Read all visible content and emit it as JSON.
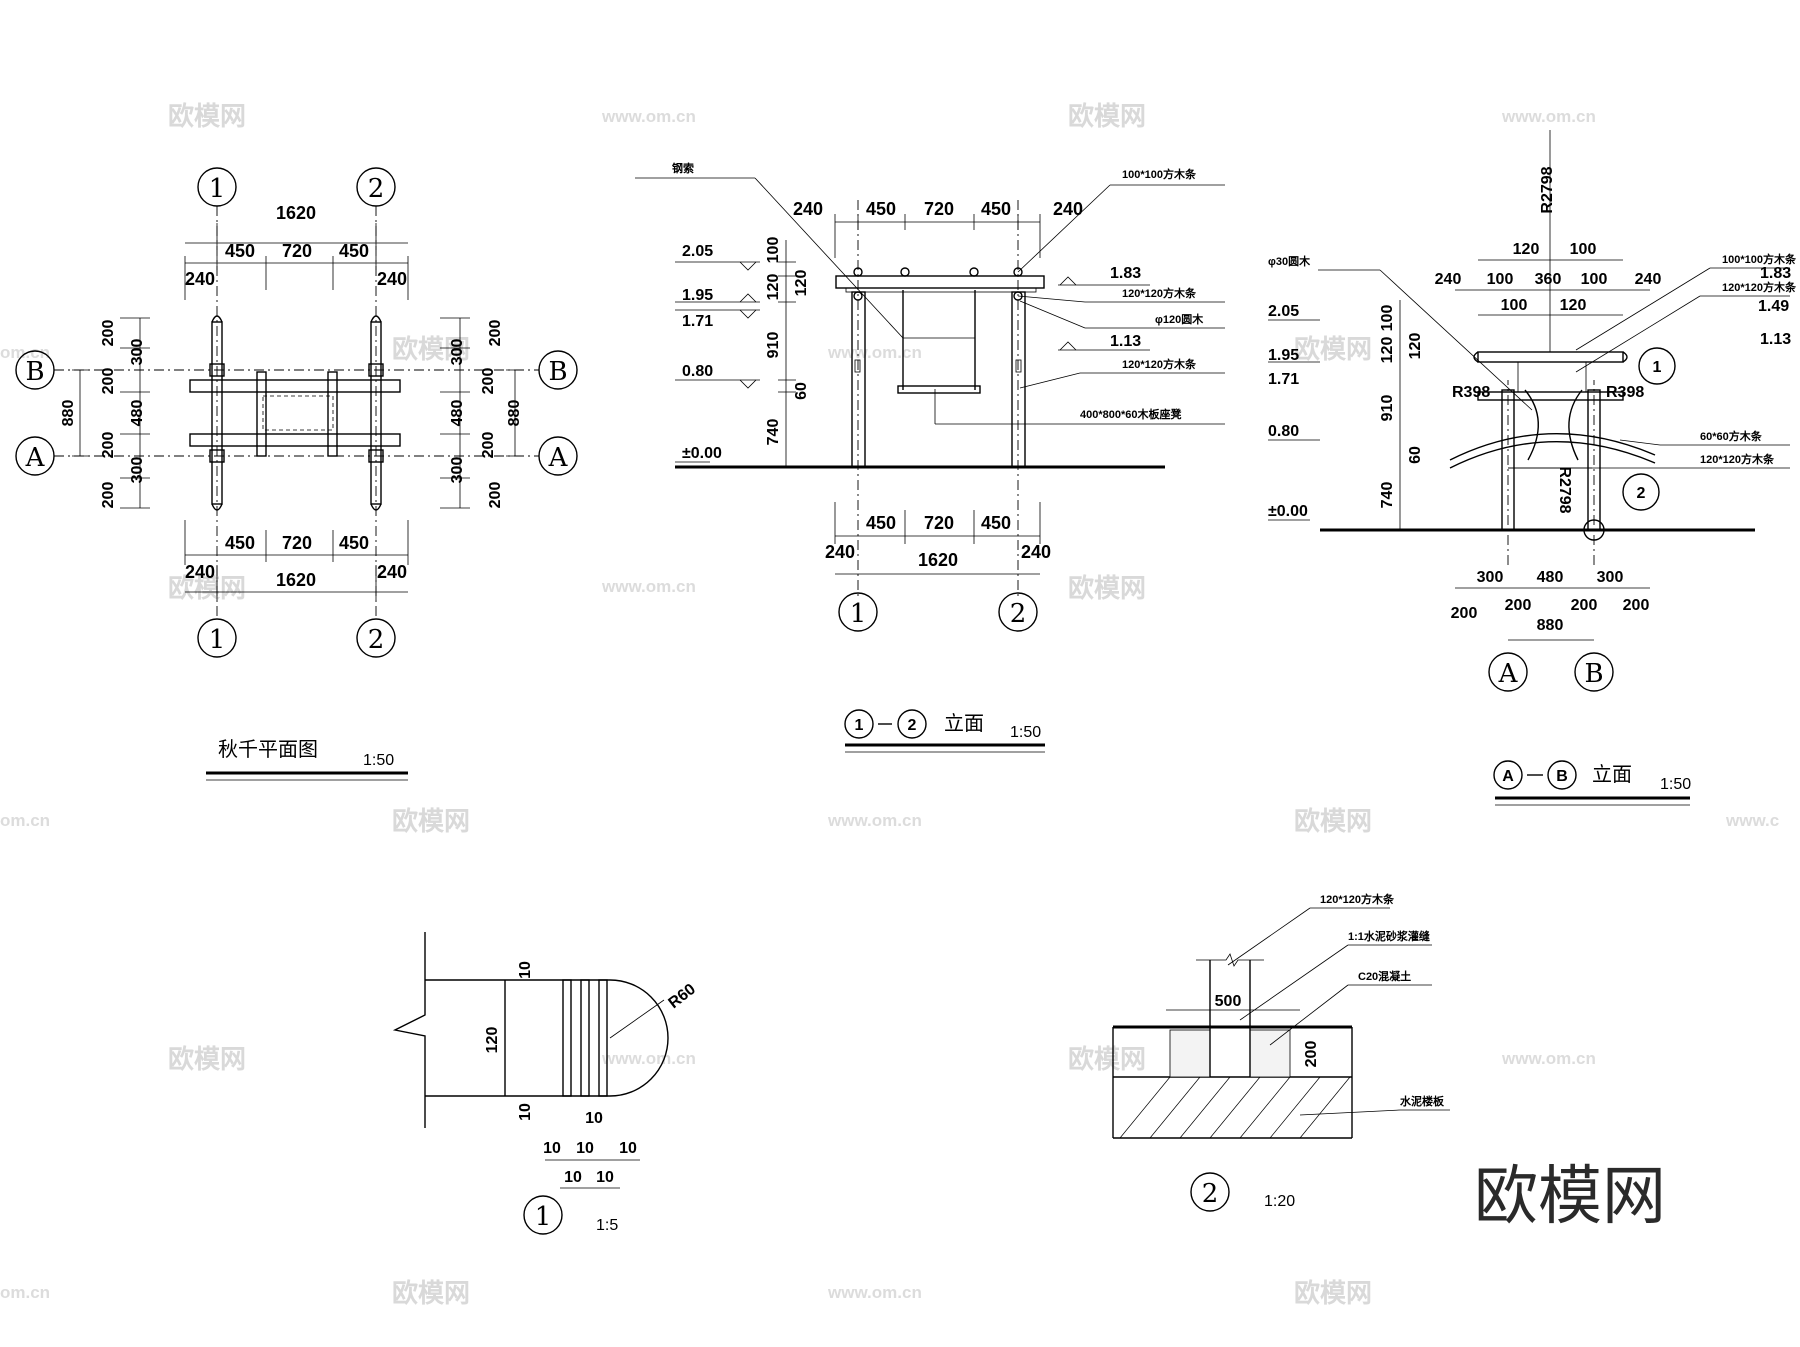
{
  "views": {
    "plan": {
      "title": "秋千平面图",
      "scale": "1:50",
      "axes": {
        "one": "1",
        "two": "2",
        "a": "A",
        "b": "B"
      },
      "dims": {
        "total": "1620",
        "side": "450",
        "mid": "720",
        "edge": "240",
        "v200": "200",
        "v300": "300",
        "v480": "480",
        "v880": "880"
      }
    },
    "elev12": {
      "title": "立面",
      "prefix_a": "1",
      "prefix_b": "2",
      "scale": "1:50",
      "levels": {
        "l205": "2.05",
        "l195": "1.95",
        "l171": "1.71",
        "l080": "0.80",
        "l000": "±0.00",
        "l183": "1.83",
        "l113": "1.13"
      },
      "vdims": {
        "d100": "100",
        "d120": "120",
        "d910": "910",
        "d60": "60",
        "d740": "740"
      },
      "dims": {
        "edge": "240",
        "side": "450",
        "mid": "720",
        "total": "1620"
      },
      "labels": {
        "rope": "钢索",
        "beam": "100*100方木条",
        "post": "120*120方木条",
        "round": "φ120圆木",
        "post2": "120*120方木条",
        "seat": "400*800*60木板座凳"
      }
    },
    "elevab": {
      "title": "立面",
      "prefix_a": "A",
      "prefix_b": "B",
      "scale": "1:50",
      "radius": "R2798",
      "r398": "R398",
      "levels": {
        "l205": "2.05",
        "l195": "1.95",
        "l171": "1.71",
        "l080": "0.80",
        "l000": "±0.00",
        "l183": "1.83",
        "l149": "1.49",
        "l113": "1.13"
      },
      "dims": {
        "d120": "120",
        "d100": "100",
        "d240": "240",
        "d360": "360",
        "d300": "300",
        "d480": "480",
        "d200": "200",
        "d880": "880",
        "d910": "910",
        "d60": "60",
        "d740": "740"
      },
      "labels": {
        "round30": "φ30圆木",
        "beam": "100*100方木条",
        "post": "120*120方木条",
        "bar": "60*60方木条",
        "post2": "120*120方木条"
      },
      "callouts": {
        "c1": "1",
        "c2": "2"
      }
    },
    "detail1": {
      "title": "1",
      "scale": "1:5",
      "radius": "R60",
      "dims": {
        "d120": "120",
        "d10": "10"
      }
    },
    "detail2": {
      "title": "2",
      "scale": "1:20",
      "dims": {
        "d500": "500",
        "d200": "200"
      },
      "labels": {
        "post": "120*120方木条",
        "grout": "1:1水泥砂浆灌缝",
        "concrete": "C20混凝土",
        "slab": "水泥楼板"
      }
    }
  },
  "watermarks": {
    "cn": "欧模网",
    "url": "www.om.cn",
    "url_short": "om.cn",
    "url_frag": "www.c"
  },
  "brand": "欧模网"
}
